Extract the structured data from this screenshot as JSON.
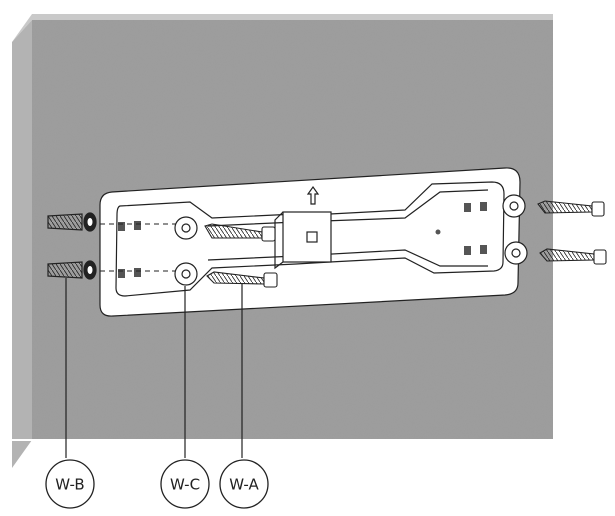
{
  "callouts": {
    "wall_anchor": "W-B",
    "washer": "W-C",
    "screw": "W-A"
  },
  "colors": {
    "wall": "#9c9c9c",
    "wall_edge_top": "#c9c9c9",
    "wall_edge_side": "#b3b3b3",
    "plate": "#ffffff",
    "line": "#222222"
  },
  "icons": {
    "direction_arrow": "up-arrow-icon"
  }
}
